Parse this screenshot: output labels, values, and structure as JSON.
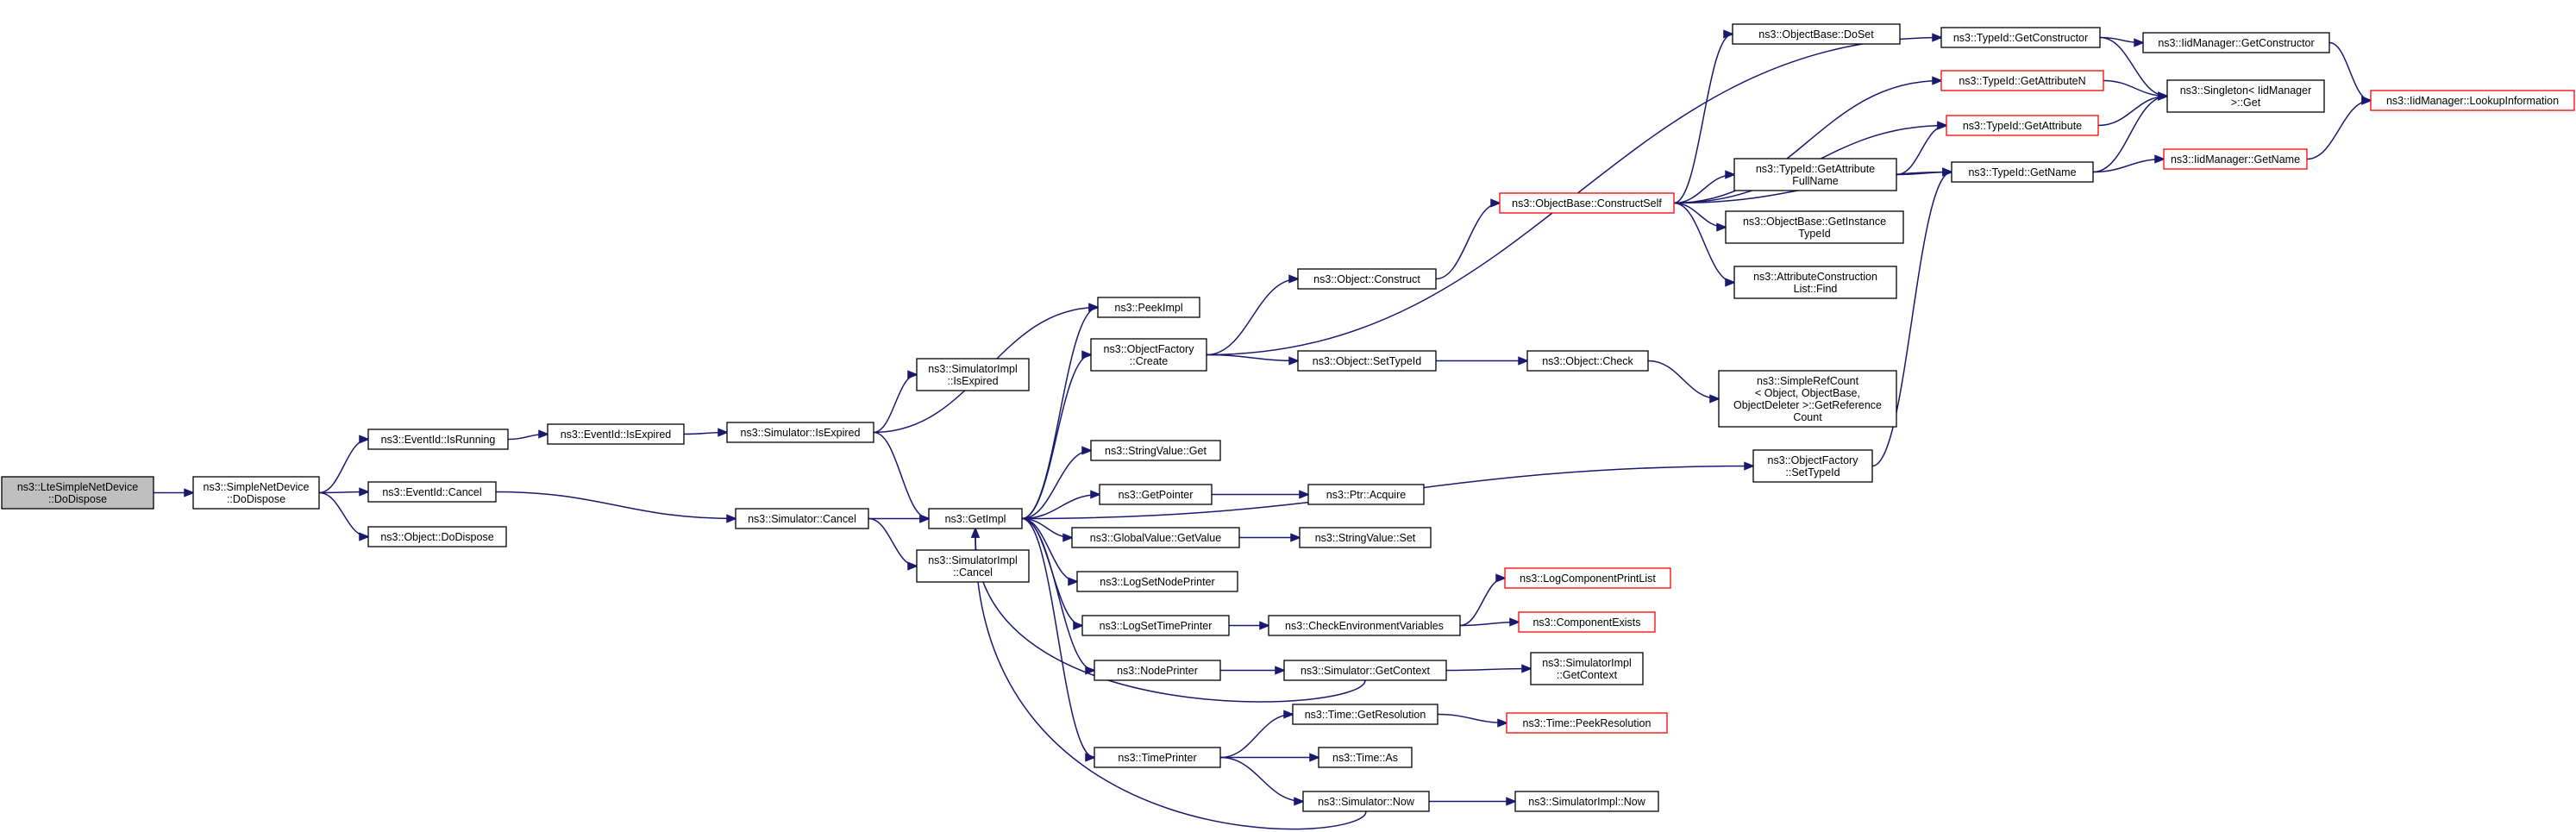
{
  "diagram": {
    "type": "call-graph",
    "nodes": [
      {
        "id": "root",
        "lines": [
          "ns3::LteSimpleNetDevice",
          "::DoDispose"
        ],
        "root": true
      },
      {
        "id": "snd",
        "lines": [
          "ns3::SimpleNetDevice",
          "::DoDispose"
        ]
      },
      {
        "id": "isrun",
        "lines": [
          "ns3::EventId::IsRunning"
        ]
      },
      {
        "id": "evcancel",
        "lines": [
          "ns3::EventId::Cancel"
        ]
      },
      {
        "id": "objdisp",
        "lines": [
          "ns3::Object::DoDispose"
        ]
      },
      {
        "id": "evexp",
        "lines": [
          "ns3::EventId::IsExpired"
        ]
      },
      {
        "id": "simexp",
        "lines": [
          "ns3::Simulator::IsExpired"
        ]
      },
      {
        "id": "simcancel",
        "lines": [
          "ns3::Simulator::Cancel"
        ]
      },
      {
        "id": "implexp",
        "lines": [
          "ns3::SimulatorImpl",
          "::IsExpired"
        ]
      },
      {
        "id": "getimpl",
        "lines": [
          "ns3::GetImpl"
        ]
      },
      {
        "id": "implcancel",
        "lines": [
          "ns3::SimulatorImpl",
          "::Cancel"
        ]
      },
      {
        "id": "peek",
        "lines": [
          "ns3::PeekImpl"
        ]
      },
      {
        "id": "ofcreate",
        "lines": [
          "ns3::ObjectFactory",
          "::Create"
        ]
      },
      {
        "id": "strget",
        "lines": [
          "ns3::StringValue::Get"
        ]
      },
      {
        "id": "getptr",
        "lines": [
          "ns3::GetPointer"
        ]
      },
      {
        "id": "gvget",
        "lines": [
          "ns3::GlobalValue::GetValue"
        ]
      },
      {
        "id": "lsnp",
        "lines": [
          "ns3::LogSetNodePrinter"
        ]
      },
      {
        "id": "lstp",
        "lines": [
          "ns3::LogSetTimePrinter"
        ]
      },
      {
        "id": "nodeprinter",
        "lines": [
          "ns3::NodePrinter"
        ]
      },
      {
        "id": "timeprinter",
        "lines": [
          "ns3::TimePrinter"
        ]
      },
      {
        "id": "objconstruct",
        "lines": [
          "ns3::Object::Construct"
        ]
      },
      {
        "id": "objsettid",
        "lines": [
          "ns3::Object::SetTypeId"
        ]
      },
      {
        "id": "ptracq",
        "lines": [
          "ns3::Ptr::Acquire"
        ]
      },
      {
        "id": "strset",
        "lines": [
          "ns3::StringValue::Set"
        ]
      },
      {
        "id": "checkenv",
        "lines": [
          "ns3::CheckEnvironmentVariables"
        ]
      },
      {
        "id": "simgetctx",
        "lines": [
          "ns3::Simulator::GetContext"
        ]
      },
      {
        "id": "timegetres",
        "lines": [
          "ns3::Time::GetResolution"
        ]
      },
      {
        "id": "timeas",
        "lines": [
          "ns3::Time::As"
        ]
      },
      {
        "id": "simnow",
        "lines": [
          "ns3::Simulator::Now"
        ]
      },
      {
        "id": "obconstructself",
        "lines": [
          "ns3::ObjectBase::ConstructSelf"
        ],
        "truncated": true
      },
      {
        "id": "objcheck",
        "lines": [
          "ns3::Object::Check"
        ]
      },
      {
        "id": "logcomplist",
        "lines": [
          "ns3::LogComponentPrintList"
        ],
        "truncated": true
      },
      {
        "id": "compexists",
        "lines": [
          "ns3::ComponentExists"
        ],
        "truncated": true
      },
      {
        "id": "implgetctx",
        "lines": [
          "ns3::SimulatorImpl",
          "::GetContext"
        ]
      },
      {
        "id": "timepeekres",
        "lines": [
          "ns3::Time::PeekResolution"
        ],
        "truncated": true
      },
      {
        "id": "implnow",
        "lines": [
          "ns3::SimulatorImpl::Now"
        ]
      },
      {
        "id": "obdoset",
        "lines": [
          "ns3::ObjectBase::DoSet"
        ]
      },
      {
        "id": "tidgetattrfull",
        "lines": [
          "ns3::TypeId::GetAttribute",
          "FullName"
        ]
      },
      {
        "id": "obgetinst",
        "lines": [
          "ns3::ObjectBase::GetInstance",
          "TypeId"
        ]
      },
      {
        "id": "attrconstr",
        "lines": [
          "ns3::AttributeConstruction",
          "List::Find"
        ]
      },
      {
        "id": "simplerefcount",
        "lines": [
          "ns3::SimpleRefCount",
          "< Object, ObjectBase,",
          "ObjectDeleter >::GetReference",
          "Count"
        ]
      },
      {
        "id": "ofsettid",
        "lines": [
          "ns3::ObjectFactory",
          "::SetTypeId"
        ]
      },
      {
        "id": "tidgetctor",
        "lines": [
          "ns3::TypeId::GetConstructor"
        ]
      },
      {
        "id": "tidgetattrn",
        "lines": [
          "ns3::TypeId::GetAttributeN"
        ],
        "truncated": true
      },
      {
        "id": "tidgetattr",
        "lines": [
          "ns3::TypeId::GetAttribute"
        ],
        "truncated": true
      },
      {
        "id": "tidgetname",
        "lines": [
          "ns3::TypeId::GetName"
        ]
      },
      {
        "id": "iidgetctor",
        "lines": [
          "ns3::IidManager::GetConstructor"
        ]
      },
      {
        "id": "singleton",
        "lines": [
          "ns3::Singleton< IidManager",
          " >::Get"
        ]
      },
      {
        "id": "iidgetname",
        "lines": [
          "ns3::IidManager::GetName"
        ],
        "truncated": true
      },
      {
        "id": "iidlookup",
        "lines": [
          "ns3::IidManager::LookupInformation"
        ],
        "truncated": true
      }
    ],
    "edges": [
      [
        "root",
        "snd"
      ],
      [
        "snd",
        "isrun"
      ],
      [
        "snd",
        "evcancel"
      ],
      [
        "snd",
        "objdisp"
      ],
      [
        "isrun",
        "evexp"
      ],
      [
        "evexp",
        "simexp"
      ],
      [
        "evcancel",
        "simcancel"
      ],
      [
        "simexp",
        "implexp"
      ],
      [
        "simexp",
        "getimpl"
      ],
      [
        "simexp",
        "peek"
      ],
      [
        "simcancel",
        "getimpl"
      ],
      [
        "simcancel",
        "implcancel"
      ],
      [
        "getimpl",
        "peek"
      ],
      [
        "getimpl",
        "ofcreate"
      ],
      [
        "getimpl",
        "strget"
      ],
      [
        "getimpl",
        "getptr"
      ],
      [
        "getimpl",
        "gvget"
      ],
      [
        "getimpl",
        "lsnp"
      ],
      [
        "getimpl",
        "lstp"
      ],
      [
        "getimpl",
        "nodeprinter"
      ],
      [
        "getimpl",
        "timeprinter"
      ],
      [
        "getimpl",
        "ofsettid"
      ],
      [
        "ofcreate",
        "objconstruct"
      ],
      [
        "ofcreate",
        "objsettid"
      ],
      [
        "ofcreate",
        "tidgetctor"
      ],
      [
        "getptr",
        "ptracq"
      ],
      [
        "gvget",
        "strset"
      ],
      [
        "lstp",
        "checkenv"
      ],
      [
        "nodeprinter",
        "simgetctx"
      ],
      [
        "timeprinter",
        "timegetres"
      ],
      [
        "timeprinter",
        "timeas"
      ],
      [
        "timeprinter",
        "simnow"
      ],
      [
        "objconstruct",
        "obconstructself"
      ],
      [
        "objsettid",
        "objcheck"
      ],
      [
        "checkenv",
        "logcomplist"
      ],
      [
        "checkenv",
        "compexists"
      ],
      [
        "simgetctx",
        "implgetctx"
      ],
      [
        "simgetctx",
        "getimpl"
      ],
      [
        "timegetres",
        "timepeekres"
      ],
      [
        "simnow",
        "implnow"
      ],
      [
        "simnow",
        "getimpl"
      ],
      [
        "obconstructself",
        "obdoset"
      ],
      [
        "obconstructself",
        "tidgetattrn"
      ],
      [
        "obconstructself",
        "tidgetattr"
      ],
      [
        "obconstructself",
        "tidgetattrfull"
      ],
      [
        "obconstructself",
        "obgetinst"
      ],
      [
        "obconstructself",
        "attrconstr"
      ],
      [
        "obconstructself",
        "tidgetname"
      ],
      [
        "objcheck",
        "simplerefcount"
      ],
      [
        "ofsettid",
        "tidgetname"
      ],
      [
        "tidgetattrfull",
        "tidgetattr"
      ],
      [
        "tidgetattrfull",
        "tidgetname"
      ],
      [
        "tidgetctor",
        "iidgetctor"
      ],
      [
        "tidgetctor",
        "singleton"
      ],
      [
        "tidgetattrn",
        "singleton"
      ],
      [
        "tidgetattr",
        "singleton"
      ],
      [
        "tidgetname",
        "singleton"
      ],
      [
        "tidgetname",
        "iidgetname"
      ],
      [
        "iidgetctor",
        "iidlookup"
      ],
      [
        "iidgetname",
        "iidlookup"
      ]
    ]
  },
  "colors": {
    "edge": "#191970",
    "node_border": "#000000",
    "truncated_border": "#ff0000",
    "root_fill": "#bfbfbf"
  }
}
